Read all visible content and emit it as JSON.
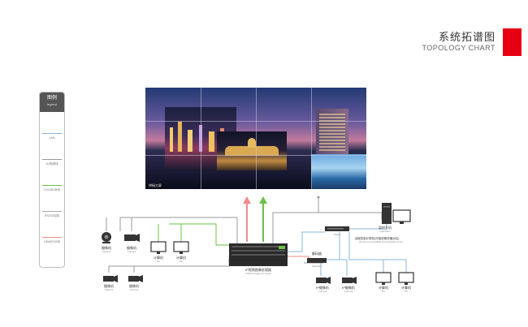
{
  "header": {
    "title_cn": "系统拓谱图",
    "title_en": "TOPOLOGY CHART",
    "accent": "#e60012"
  },
  "legend": {
    "title": "图例",
    "subtitle": "legend",
    "items": [
      {
        "label": "LAN",
        "color": "#8ab4d8"
      },
      {
        "label": "AV视频线",
        "color": "#9a9a9a"
      },
      {
        "label": "VGA/RGB线",
        "color": "#6cc04a"
      },
      {
        "label": "RS232控制",
        "color": "#aaaaaa"
      },
      {
        "label": "HDMI/DVI线",
        "color": "#f08a8a"
      }
    ]
  },
  "video_wall": {
    "label": "拼接大屏"
  },
  "processor": {
    "label": "IP视频图像处理器",
    "sub": "Unified image processor"
  },
  "switch": {
    "label": "Switch"
  },
  "server": {
    "label": "监控主机",
    "sub": "Operation"
  },
  "decoder": {
    "label": "解码器",
    "sub": "Decoder"
  },
  "remote_note": {
    "text": "远程控制计算机(可接收服务器对应)",
    "sub": "Remote pc (controllable and accessible server)"
  },
  "cameras_top": [
    {
      "label": "摄像机",
      "sub": "Camera"
    },
    {
      "label": "摄像机",
      "sub": "Camera"
    }
  ],
  "pcs_left": [
    {
      "label": "计算机",
      "sub": "PC"
    },
    {
      "label": "计算机",
      "sub": "PC"
    }
  ],
  "cameras_bottom": [
    {
      "label": "摄像机",
      "sub": "Camera"
    },
    {
      "label": "摄像机",
      "sub": "Camera"
    }
  ],
  "ip_cameras": [
    {
      "label": "IP摄像机",
      "sub": "Camera"
    },
    {
      "label": "IP摄像机",
      "sub": "Camera"
    }
  ],
  "pcs_right": [
    {
      "label": "计算机",
      "sub": "PC"
    },
    {
      "label": "计算机",
      "sub": "PC"
    }
  ],
  "colors": {
    "lan": "#8ab4d8",
    "av": "#9a9a9a",
    "vga": "#6cc04a",
    "hdmi": "#f08a8a",
    "device": "#333333"
  }
}
